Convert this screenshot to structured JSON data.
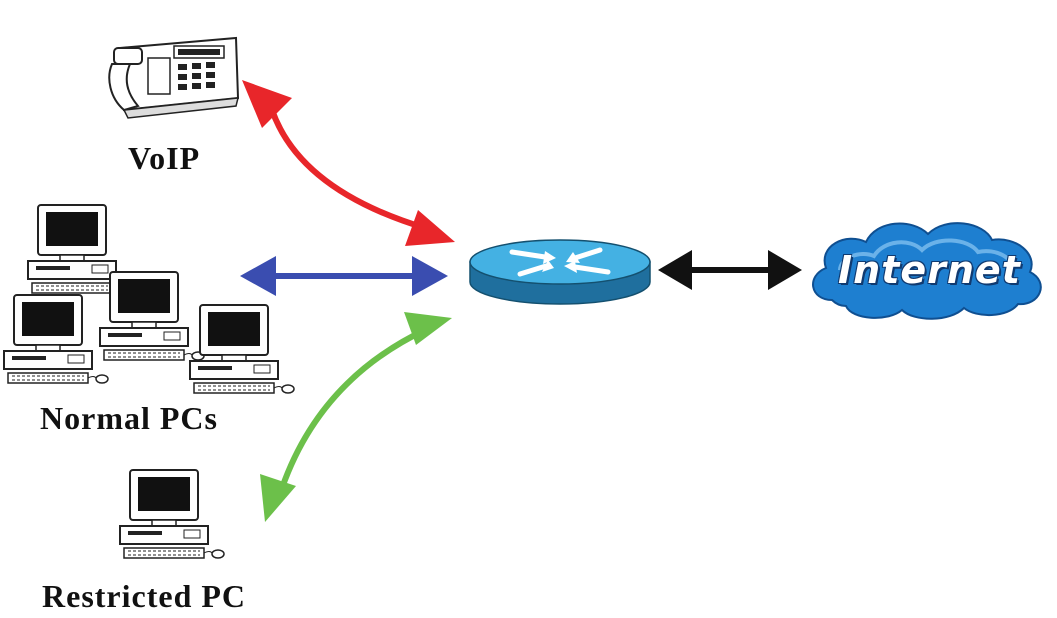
{
  "labels": {
    "voip": "VoIP",
    "normal_pcs": "Normal PCs",
    "restricted_pc": "Restricted PC",
    "internet": "Internet"
  },
  "colors": {
    "voip_link": "#e8262a",
    "normal_link": "#3a4db0",
    "restricted_link": "#6cc04a",
    "internet_link": "#111111",
    "router": "#3aa6dc",
    "cloud": "#1e7fd0"
  },
  "nodes": [
    {
      "id": "voip-phone",
      "icon": "telephone-icon"
    },
    {
      "id": "normal-pcs",
      "icon": "desktop-pc-icon",
      "count": 4
    },
    {
      "id": "restricted-pc",
      "icon": "desktop-pc-icon",
      "count": 1
    },
    {
      "id": "router",
      "icon": "router-icon"
    },
    {
      "id": "internet",
      "icon": "cloud-icon"
    }
  ]
}
